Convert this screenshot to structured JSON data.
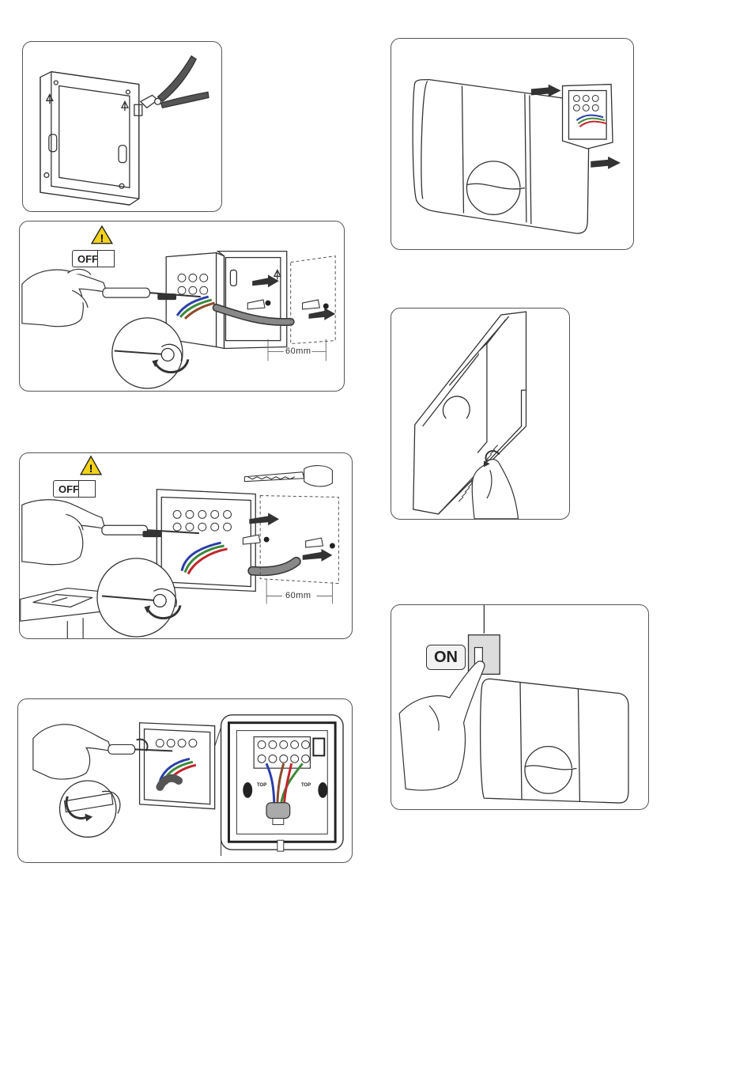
{
  "step2": {
    "switch_label": "OFF",
    "dimension": "60mm"
  },
  "step3": {
    "switch_label": "OFF",
    "dimension": "60mm"
  },
  "step4": {
    "inset_label_left": "TOP",
    "inset_label_right": "TOP"
  },
  "step7": {
    "switch_label": "ON"
  },
  "colors": {
    "line": "#333333",
    "wire_blue": "#2b3fa8",
    "wire_brown": "#8a4b2a",
    "wire_green": "#3a8a3a",
    "wire_red": "#c0262b",
    "warning": "#f2d21b"
  }
}
